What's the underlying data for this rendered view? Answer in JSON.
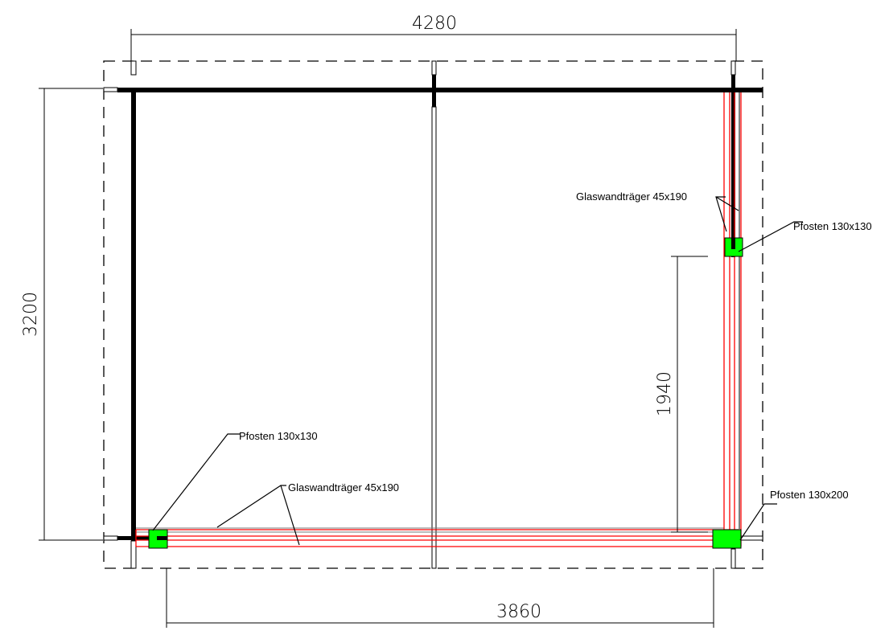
{
  "dimensions": {
    "width_total": "4280",
    "depth_total": "3200",
    "width_inner": "3860",
    "glass_height": "1940"
  },
  "labels": {
    "glass_beam_right": "Glaswandträger 45x190",
    "post_right_top": "Pfosten 130x130",
    "post_bottom_left": "Pfosten 130x130",
    "glass_beam_bottom": "Glaswandträger 45x190",
    "post_bottom_right": "Pfosten 130x200"
  },
  "colors": {
    "wall": "#000000",
    "glass_beam": "#ff0000",
    "post": "#00ff00",
    "outline": "#000000"
  }
}
